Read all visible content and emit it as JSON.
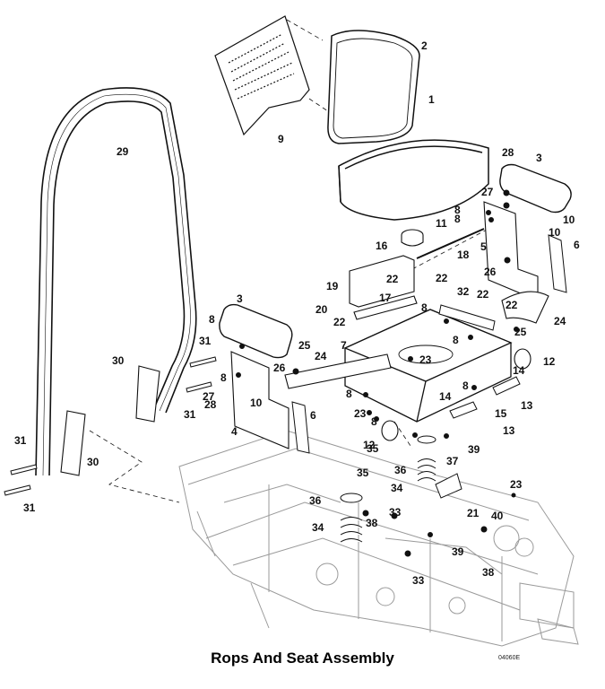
{
  "diagram": {
    "title": "Rops And Seat Assembly",
    "drawing_code": "04060E",
    "labels": [
      "1",
      "2",
      "3",
      "3",
      "4",
      "5",
      "6",
      "6",
      "7",
      "8",
      "8",
      "8",
      "8",
      "8",
      "8",
      "8",
      "8",
      "8",
      "9",
      "10",
      "10",
      "10",
      "11",
      "12",
      "12",
      "13",
      "13",
      "14",
      "14",
      "15",
      "16",
      "17",
      "18",
      "19",
      "20",
      "21",
      "22",
      "22",
      "22",
      "22",
      "22",
      "23",
      "23",
      "23",
      "24",
      "24",
      "25",
      "25",
      "26",
      "26",
      "27",
      "27",
      "28",
      "28",
      "29",
      "30",
      "30",
      "31",
      "31",
      "31",
      "31",
      "32",
      "33",
      "33",
      "34",
      "34",
      "35",
      "35",
      "36",
      "36",
      "37",
      "38",
      "38",
      "39",
      "39",
      "40"
    ],
    "colors": {
      "line": "#111111",
      "frame": "#9a9a9a",
      "background": "#ffffff"
    }
  }
}
